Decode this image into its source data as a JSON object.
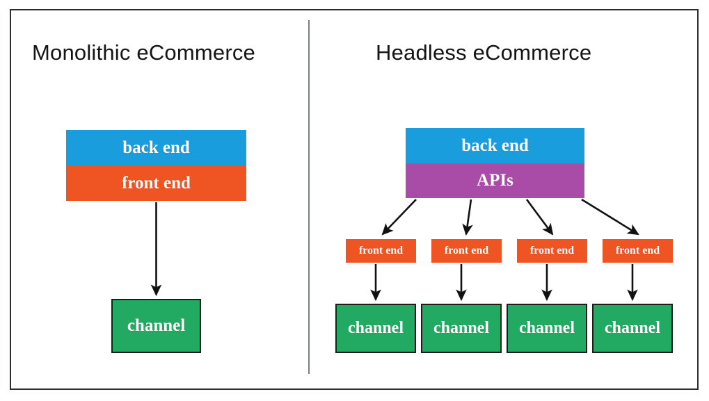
{
  "diagram": {
    "title_left": "Monolithic eCommerce",
    "title_right": "Headless eCommerce",
    "colors": {
      "backend": "#1a9ddd",
      "frontend": "#ef5423",
      "apis": "#a84ca8",
      "channel": "#22aa63",
      "frame_border": "#2b2f2e",
      "divider": "#73807d",
      "arrow": "#111111",
      "box_text": "#ffffff",
      "title_text": "#141414",
      "background": "#ffffff"
    },
    "left_panel": {
      "backend_label": "back end",
      "frontend_label": "front end",
      "channel_label": "channel",
      "arrow_count": 1
    },
    "right_panel": {
      "backend_label": "back end",
      "apis_label": "APIs",
      "frontend_labels": [
        "front end",
        "front end",
        "front end",
        "front end"
      ],
      "channel_labels": [
        "channel",
        "channel",
        "channel",
        "channel"
      ],
      "fanout_arrow_count": 4,
      "vertical_arrow_count": 4
    }
  }
}
